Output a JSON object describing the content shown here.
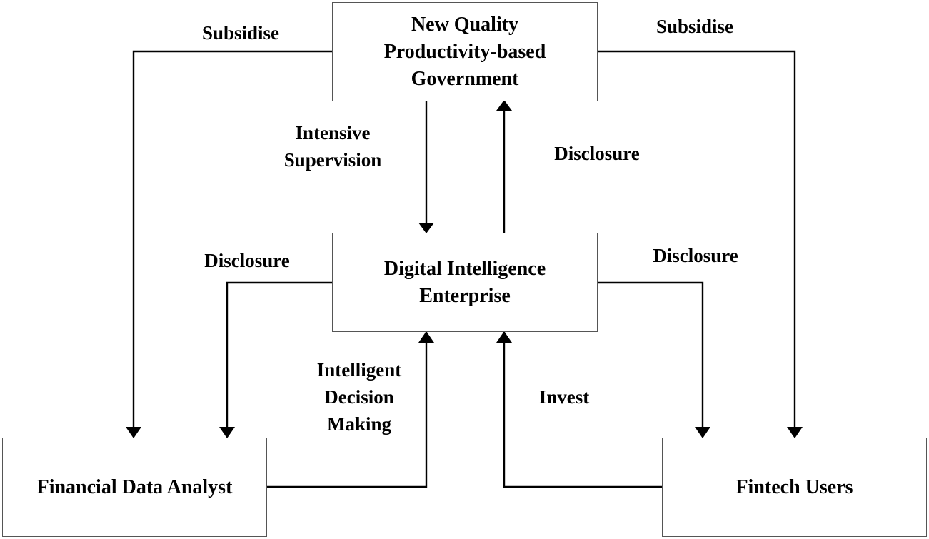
{
  "diagram": {
    "nodes": {
      "government": {
        "lines": [
          "New Quality",
          "Productivity-based",
          "Government"
        ]
      },
      "enterprise": {
        "lines": [
          "Digital Intelligence",
          "Enterprise"
        ]
      },
      "analyst": {
        "lines": [
          "Financial Data Analyst"
        ]
      },
      "users": {
        "lines": [
          "Fintech Users"
        ]
      }
    },
    "edges": {
      "subsidise_left": {
        "lines": [
          "Subsidise"
        ],
        "from": "New Quality Productivity-based Government",
        "to": "Financial Data Analyst"
      },
      "subsidise_right": {
        "lines": [
          "Subsidise"
        ],
        "from": "New Quality Productivity-based Government",
        "to": "Fintech Users"
      },
      "intensive_supervision": {
        "lines": [
          "Intensive",
          "Supervision"
        ],
        "from": "New Quality Productivity-based Government",
        "to": "Digital Intelligence Enterprise"
      },
      "disclosure_to_government": {
        "lines": [
          "Disclosure"
        ],
        "from": "Digital Intelligence Enterprise",
        "to": "New Quality Productivity-based Government"
      },
      "disclosure_to_analyst": {
        "lines": [
          "Disclosure"
        ],
        "from": "Digital Intelligence Enterprise",
        "to": "Financial Data Analyst"
      },
      "disclosure_to_users": {
        "lines": [
          "Disclosure"
        ],
        "from": "Digital Intelligence Enterprise",
        "to": "Fintech Users"
      },
      "intelligent_decision_making": {
        "lines": [
          "Intelligent",
          "Decision",
          "Making"
        ],
        "from": "Financial Data Analyst",
        "to": "Digital Intelligence Enterprise"
      },
      "invest": {
        "lines": [
          "Invest"
        ],
        "from": "Fintech Users",
        "to": "Digital Intelligence Enterprise"
      }
    },
    "colors": {
      "line": "#000000",
      "box_border": "#555555",
      "background": "#ffffff"
    }
  }
}
